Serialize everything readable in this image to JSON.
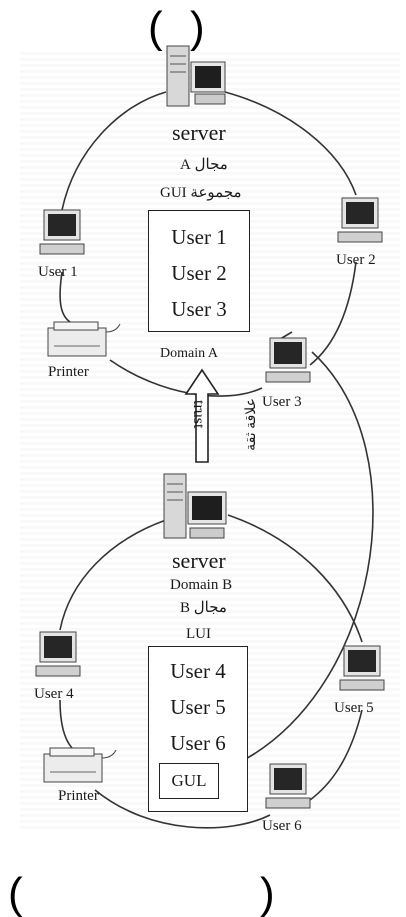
{
  "brackets": {
    "top_open": "(",
    "top_close": ")",
    "bottom_open": "(",
    "bottom_close": ")"
  },
  "domain_a": {
    "server_label": "server",
    "domain_label_ar": "مجال A",
    "group_label": "مجموعة GUI",
    "members": [
      "User 1",
      "User 2",
      "User 3"
    ],
    "domain_name": "Domain A"
  },
  "domain_a_nodes": {
    "user1": "User 1",
    "user2": "User 2",
    "user3": "User 3",
    "printer": "Printer"
  },
  "trust": {
    "label": "trust",
    "label_ar": "علاقة ثقة"
  },
  "domain_b": {
    "server_label": "server",
    "domain_name": "Domain B",
    "domain_label_ar": "مجال B",
    "group_label": "LUI",
    "members": [
      "User 4",
      "User 5",
      "User 6"
    ],
    "nested_group": "GUL"
  },
  "domain_b_nodes": {
    "user4": "User 4",
    "user5": "User 5",
    "user6": "User 6",
    "printer": "Printer"
  }
}
